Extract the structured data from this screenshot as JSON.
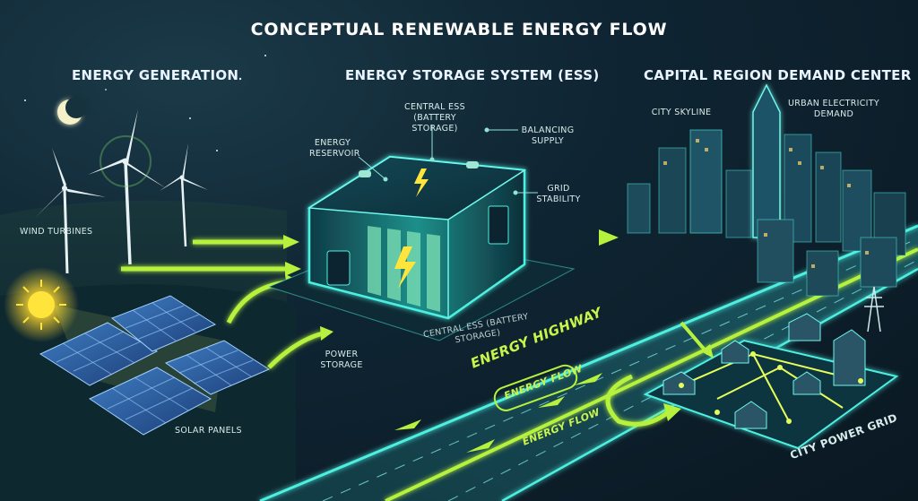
{
  "title": "CONCEPTUAL RENEWABLE ENERGY FLOW",
  "sections": {
    "generation": "ENERGY GENERATION",
    "storage": "ENERGY STORAGE SYSTEM (ESS)",
    "demand": "CAPITAL REGION DEMAND CENTER"
  },
  "labels": {
    "wind_turbines": "WIND  TURBINES",
    "solar_panels": "SOLAR PANELS",
    "energy_reservoir": "ENERGY RESERVOIR",
    "central_ess_top": "CENTRAL ESS (BATTERY STORAGE)",
    "balancing_supply": "BALANCING SUPPLY",
    "grid_stability": "GRID STABILITY",
    "central_ess_bottom": "CENTRAL ESS (BATTERY STORAGE)",
    "power_storage": "POWER STORAGE",
    "city_skyline": "CITY SKYLINE",
    "urban_demand": "URBAN ELECTRICITY DEMAND",
    "city_power_grid": "CITY POWER GRID"
  },
  "road_labels": {
    "energy_highway": "ENERGY HIGHWAY",
    "energy_flow_1": "ENERGY FLOW",
    "energy_flow_2": "ENERGY FLOW"
  },
  "colors": {
    "accent_green": "#b6f23d",
    "glow_cyan": "#4ef0e0",
    "battery_teal": "#1d8f8a",
    "sun_yellow": "#ffd92e",
    "background": "#0b1a26"
  },
  "icons": {
    "moon": "crescent-moon-icon",
    "sun": "sun-icon",
    "bolt": "lightning-bolt-icon"
  }
}
